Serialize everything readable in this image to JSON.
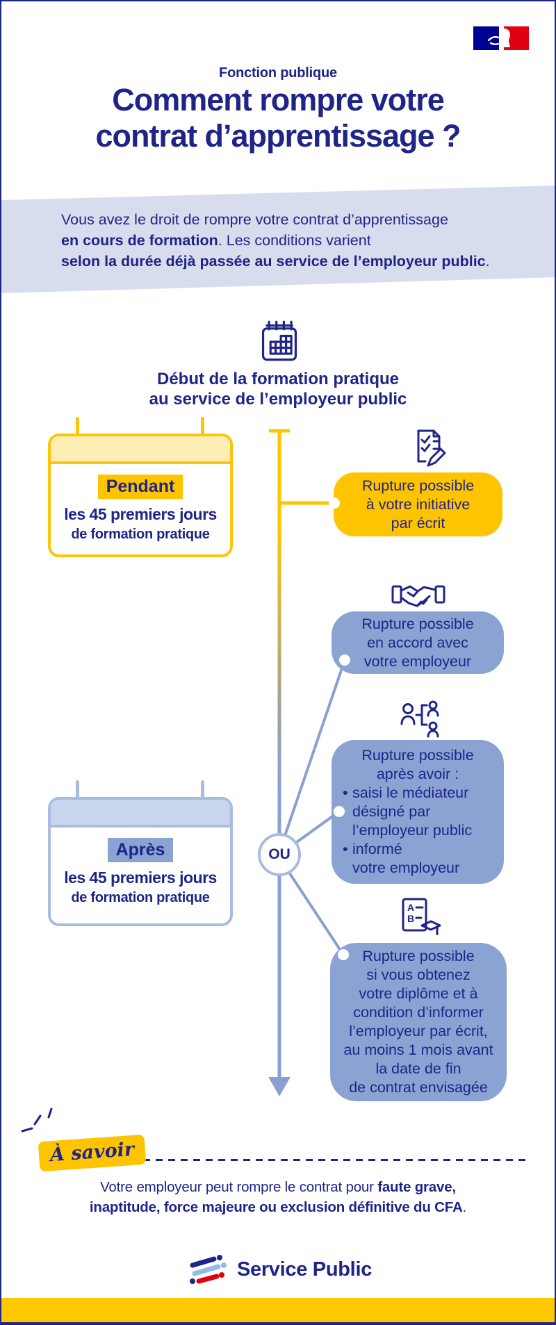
{
  "header": {
    "kicker": "Fonction publique",
    "title_line1": "Comment rompre votre",
    "title_line2": "contrat d’apprentissage ?"
  },
  "intro": {
    "line1": "Vous avez le droit de rompre votre contrat d’apprentissage",
    "line2_bold": "en cours de formation",
    "line2_rest": ". Les conditions varient",
    "line3_bold": "selon la durée déjà passée au service de l’employeur public",
    "line3_rest": "."
  },
  "timeline": {
    "start_label_line1": "Début de la formation pratique",
    "start_label_line2": "au service de l’employeur public",
    "or_label": "OU"
  },
  "during_card": {
    "highlight": "Pendant",
    "line1": "les 45 premiers jours",
    "line2": "de formation pratique"
  },
  "after_card": {
    "highlight": "Après",
    "line1": "les 45 premiers jours",
    "line2": "de formation pratique"
  },
  "outcomes": [
    {
      "icon": "document-checklist-pencil-icon",
      "lines": [
        "Rupture possible",
        "à votre initiative",
        "par écrit"
      ]
    },
    {
      "icon": "handshake-icon",
      "lines": [
        "Rupture possible",
        "en accord avec",
        "votre employeur"
      ]
    },
    {
      "icon": "mediator-people-icon",
      "intro_lines": [
        "Rupture possible",
        "après avoir :"
      ],
      "bullet_char": "•",
      "bullets": [
        {
          "lines": [
            "saisi le médiateur",
            "désigné par",
            "l’employeur public"
          ]
        },
        {
          "lines": [
            "informé",
            "votre employeur"
          ]
        }
      ]
    },
    {
      "icon": "diploma-graduation-icon",
      "lines": [
        "Rupture possible",
        "si vous obtenez",
        "votre diplôme et à",
        "condition d’informer",
        "l’employeur par écrit,",
        "au moins 1 mois avant",
        "la date de fin",
        "de contrat envisagée"
      ]
    }
  ],
  "diploma_icon_letters": {
    "a": "A",
    "b": "B"
  },
  "note": {
    "tag": "À savoir",
    "prefix": "Votre employeur peut rompre le contrat pour ",
    "bold1": "faute grave,",
    "bold2": "inaptitude, force majeure ou exclusion définitive du CFA",
    "suffix": "."
  },
  "footer": {
    "brand": "Service Public"
  },
  "colors": {
    "navy": "#1f2488",
    "gold": "#ffc400",
    "gold-deep": "#ffc800",
    "yellow-border": "#fcc40a",
    "yellow-tint": "#fdeeb4",
    "peri": "#8ba3d3",
    "peri-border": "#a9bcdf",
    "peri-tint": "#c9d5ec",
    "band": "#d8ddee",
    "flag-blue": "#000091",
    "flag-red": "#e1000f",
    "lightblue": "#8fbbea"
  }
}
